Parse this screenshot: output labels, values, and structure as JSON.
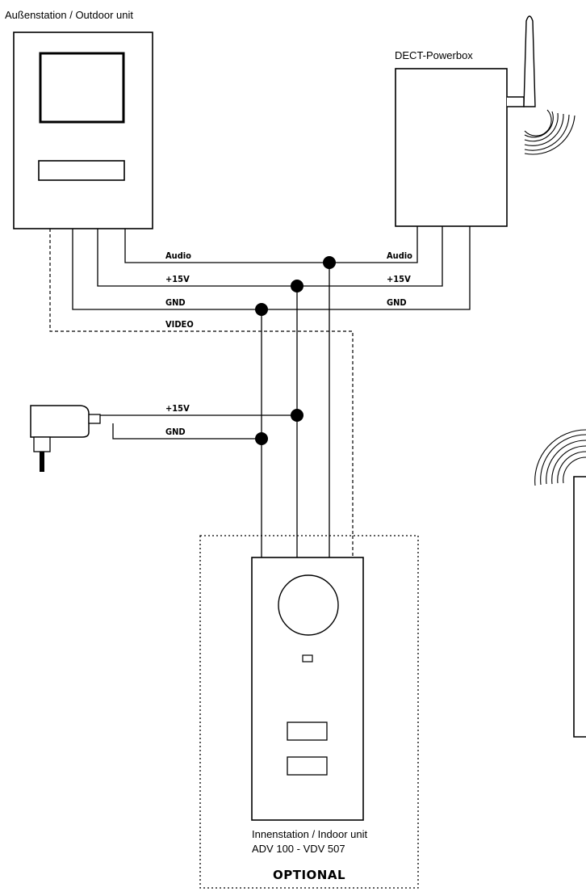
{
  "outdoor_unit": {
    "title": "Außenstation / Outdoor unit"
  },
  "dect_powerbox": {
    "title": "DECT-Powerbox"
  },
  "wires_top_left": {
    "audio": "Audio",
    "v15": "+15V",
    "gnd": "GND",
    "video": "VIDEO"
  },
  "wires_top_right": {
    "audio": "Audio",
    "v15": "+15V",
    "gnd": "GND"
  },
  "power_supply_wires": {
    "v15": "+15V",
    "gnd": "GND"
  },
  "indoor_unit": {
    "title_line1": "Innenstation / Indoor unit",
    "title_line2": "ADV 100 - VDV 507"
  },
  "optional_label": "OPTIONAL"
}
